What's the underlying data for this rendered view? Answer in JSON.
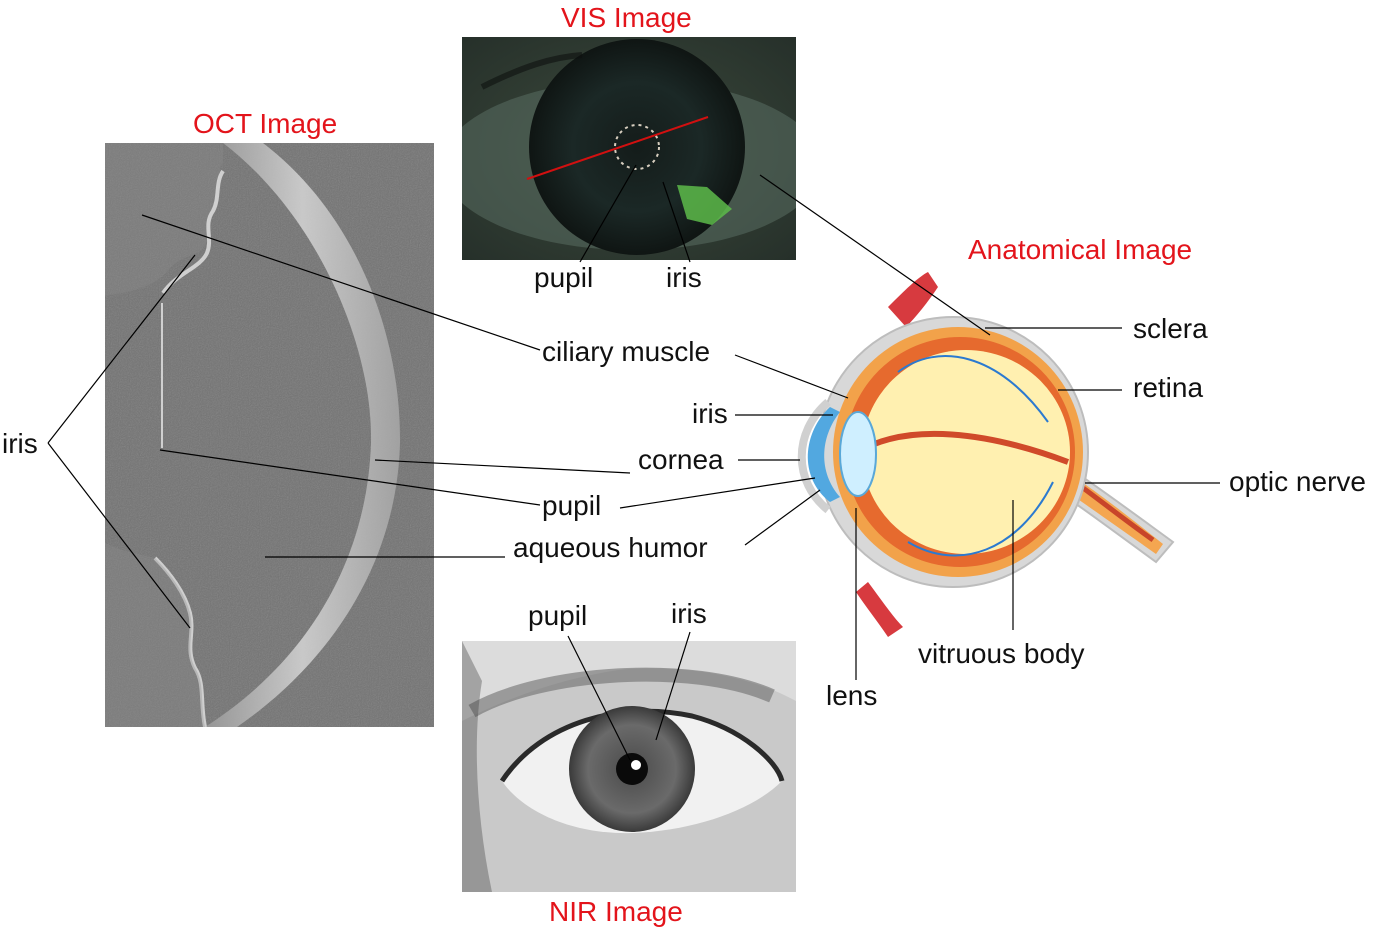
{
  "titles": {
    "vis": "VIS Image",
    "oct": "OCT Image",
    "anatomical": "Anatomical Image",
    "nir": "NIR Image"
  },
  "vis_labels": {
    "pupil": "pupil",
    "iris": "iris"
  },
  "nir_labels": {
    "pupil": "pupil",
    "iris": "iris"
  },
  "oct_labels": {
    "iris": "iris"
  },
  "center_labels": {
    "ciliary_muscle": "ciliary muscle",
    "iris": "iris",
    "cornea": "cornea",
    "pupil": "pupil",
    "aqueous_humor": "aqueous humor"
  },
  "anatomy_labels": {
    "sclera": "sclera",
    "retina": "retina",
    "optic_nerve": "optic nerve",
    "vitreous_body": "vitruous body",
    "lens": "lens"
  },
  "colors": {
    "title_red": "#e3141b",
    "label_text": "#111111",
    "leader_line": "#000000",
    "vis_laser_line": "#d11010"
  }
}
